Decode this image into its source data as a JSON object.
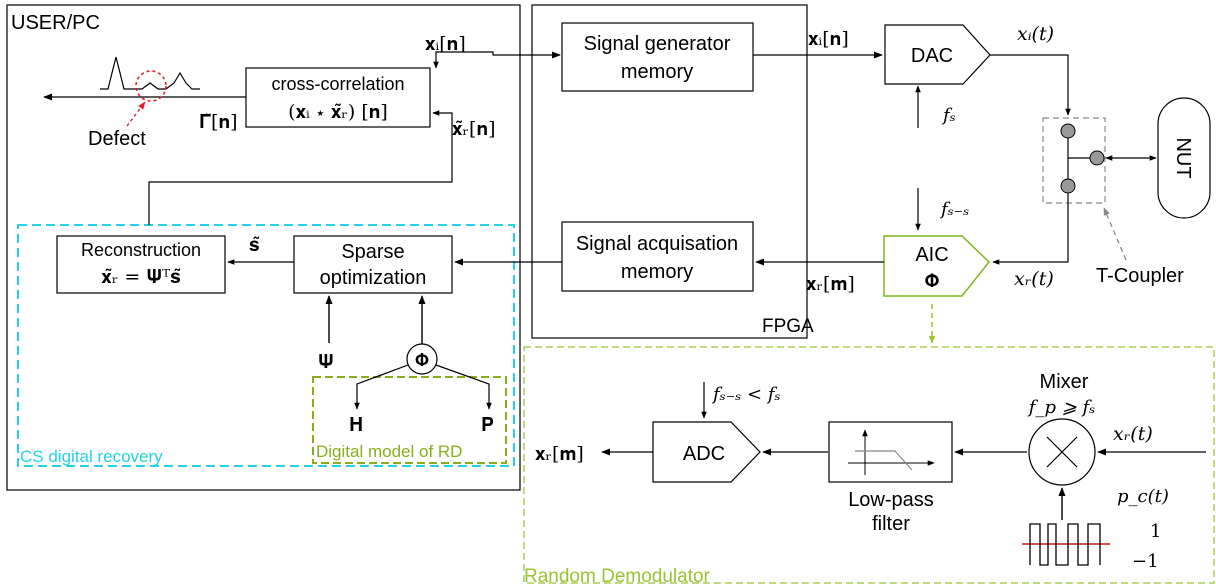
{
  "regions": {
    "user_pc": "USER/PC",
    "fpga": "FPGA",
    "cs_recovery": "CS digital recovery",
    "digital_model": "Digital model of RD",
    "random_demodulator": "Random Demodulator"
  },
  "blocks": {
    "crosscorr_title": "cross-correlation",
    "crosscorr_formula": "(𝐱ᵢ ⋆ 𝐱̃ᵣ) [𝐧]",
    "reconstruction_title": "Reconstruction",
    "reconstruction_formula": "𝐱̃ᵣ = 𝚿ᵀ𝐬̃",
    "sparse_line1": "Sparse",
    "sparse_line2": "optimization",
    "siggen_line1": "Signal generator",
    "siggen_line2": "memory",
    "sigacq_line1": "Signal acquisation",
    "sigacq_line2": "memory",
    "dac": "DAC",
    "aic_line1": "AIC",
    "aic_line2": "𝚽",
    "nut": "NUT",
    "adc": "ADC",
    "lowpass_line1": "Low-pass",
    "lowpass_line2": "filter",
    "mixer": "Mixer"
  },
  "labels": {
    "defect": "Defect",
    "gamma": "𝚪̃[𝐧]",
    "xi_n_top": "𝐱ᵢ[𝐧]",
    "xi_n_fpga": "𝐱ᵢ[𝐧]",
    "xr_n": "𝐱̃ᵣ[𝐧]",
    "s_tilde": "𝐬̃",
    "psi": "𝚿",
    "phi": "𝚽",
    "h": "𝐇",
    "p": "𝐏",
    "xr_m": "𝐱ᵣ[𝐦]",
    "xr_m_out": "𝐱ᵣ[𝐦]",
    "xi_t": "xᵢ(t)",
    "xr_t": "xᵣ(t)",
    "xr_t_in": "xᵣ(t)",
    "fs": "fₛ",
    "fss": "fₛ₋ₛ",
    "fss_lt_fs": "fₛ₋ₛ < fₛ",
    "fp_ge_fs": "f_p ⩾ fₛ",
    "pc_t": "p_c(t)",
    "one": "1",
    "minus_one": "−1",
    "tcoupler": "T-Coupler"
  },
  "colors": {
    "cs_region": "#22d3e8",
    "model_region": "#8aad1c",
    "aic_border": "#7db81c",
    "rd_region": "#9bc232",
    "defect_marker": "#e0202a",
    "coupler_node": "#999999",
    "coupler_border": "#888888"
  }
}
